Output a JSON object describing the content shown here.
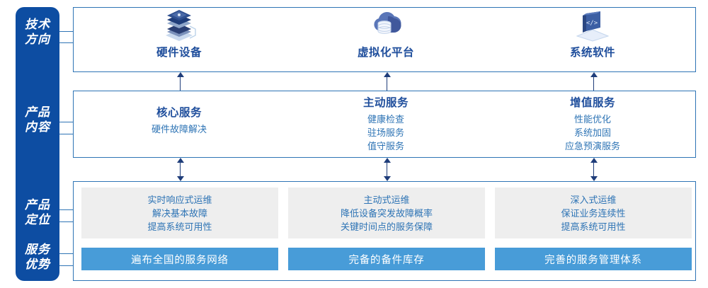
{
  "sidebar": {
    "items": [
      {
        "name": "technology-direction",
        "lines": [
          "技术",
          "方向"
        ]
      },
      {
        "name": "product-content",
        "lines": [
          "产品",
          "内容"
        ]
      },
      {
        "name": "product-positioning",
        "lines": [
          "产品",
          "定位"
        ]
      },
      {
        "name": "service-advantage",
        "lines": [
          "服务",
          "优势"
        ]
      }
    ]
  },
  "technology": {
    "columns": [
      {
        "icon": "server-stack-icon",
        "title": "硬件设备"
      },
      {
        "icon": "cloud-database-icon",
        "title": "虚拟化平台"
      },
      {
        "icon": "laptop-code-icon",
        "title": "系统软件"
      }
    ]
  },
  "content": {
    "columns": [
      {
        "title": "核心服务",
        "items": [
          "硬件故障解决"
        ]
      },
      {
        "title": "主动服务",
        "items": [
          "健康检查",
          "驻场服务",
          "值守服务"
        ]
      },
      {
        "title": "增值服务",
        "items": [
          "性能优化",
          "系统加固",
          "应急预演服务"
        ]
      }
    ]
  },
  "positioning": {
    "panels": [
      {
        "lines": [
          "实时响应式运维",
          "解决基本故障",
          "提高系统可用性"
        ]
      },
      {
        "lines": [
          "主动式运维",
          "降低设备突发故障概率",
          "关键时间点的服务保障"
        ]
      },
      {
        "lines": [
          "深入式运维",
          "保证业务连续性",
          "提高系统可用性"
        ]
      }
    ]
  },
  "advantages": {
    "bars": [
      "遍布全国的服务网络",
      "完备的备件库存",
      "完善的服务管理体系"
    ]
  },
  "colors": {
    "rail_blue": "#0d4da2",
    "border_blue": "#2e74b5",
    "title_blue": "#1f4e9c",
    "bar_blue": "#489cd8",
    "panel_grey": "#eeeeee",
    "arrow_navy": "#1f3d7a"
  }
}
